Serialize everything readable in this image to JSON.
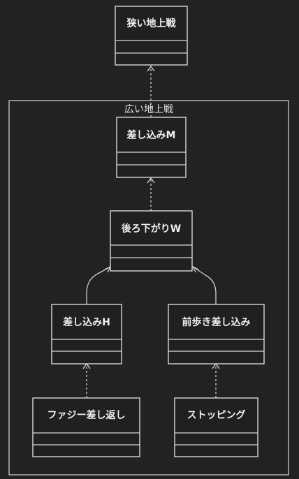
{
  "cluster": {
    "label": "広い地上戦"
  },
  "nodes": [
    {
      "id": "narrow",
      "title": "狭い地上戦"
    },
    {
      "id": "sashikomi_m",
      "title": "差し込みM"
    },
    {
      "id": "ushiro_w",
      "title": "後ろ下がりW"
    },
    {
      "id": "sashikomi_h",
      "title": "差し込みH"
    },
    {
      "id": "maearuki",
      "title": "前歩き差し込み"
    },
    {
      "id": "fuzzy",
      "title": "ファジー差し返し"
    },
    {
      "id": "stopping",
      "title": "ストッピング"
    }
  ],
  "edges": [
    {
      "from": "sashikomi_m",
      "to": "narrow"
    },
    {
      "from": "ushiro_w",
      "to": "sashikomi_m"
    },
    {
      "from": "sashikomi_h",
      "to": "ushiro_w"
    },
    {
      "from": "maearuki",
      "to": "ushiro_w"
    },
    {
      "from": "fuzzy",
      "to": "sashikomi_h"
    },
    {
      "from": "stopping",
      "to": "maearuki"
    }
  ]
}
